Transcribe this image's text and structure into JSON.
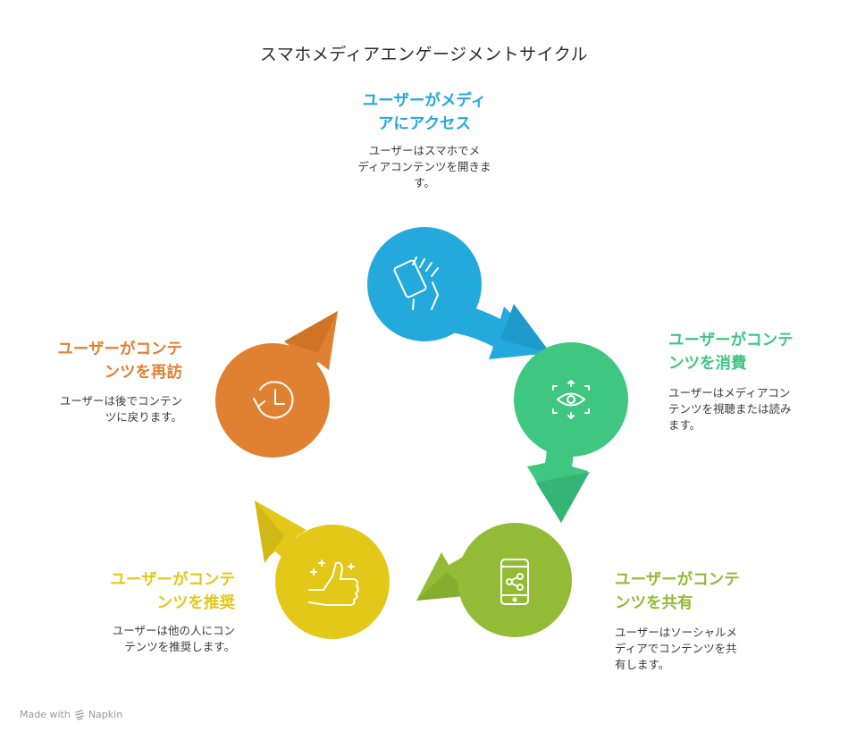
{
  "title": "スマホメディアエンゲージメントサイクル",
  "colors": {
    "access": "#24A9DC",
    "consume": "#3FC681",
    "share": "#93BB36",
    "recommend": "#E3C81A",
    "revisit": "#DF8130"
  },
  "steps": {
    "access": {
      "heading": "ユーザーがメディ\nアにアクセス",
      "description": "ユーザーはスマホでメ\nディアコンテンツを開きま\nす。",
      "icon": "hand-holding-phone-icon"
    },
    "consume": {
      "heading": "ユーザーがコンテ\nンツを消費",
      "description": "ユーザーはメディアコン\nテンツを視聴または読み\nます。",
      "icon": "eye-icon"
    },
    "share": {
      "heading": "ユーザーがコンテ\nンツを共有",
      "description": "ユーザーはソーシャルメ\nディアでコンテンツを共\n有します。",
      "icon": "phone-share-icon"
    },
    "recommend": {
      "heading": "ユーザーがコンテ\nンツを推奨",
      "description": "ユーザーは他の人にコン\nテンツを推奨します。",
      "icon": "thumbs-up-icon"
    },
    "revisit": {
      "heading": "ユーザーがコンテ\nンツを再訪",
      "description": "ユーザーは後でコンテン\nツに戻ります。",
      "icon": "history-clock-icon"
    }
  },
  "footer": {
    "made_with": "Made with",
    "brand": "Napkin"
  }
}
